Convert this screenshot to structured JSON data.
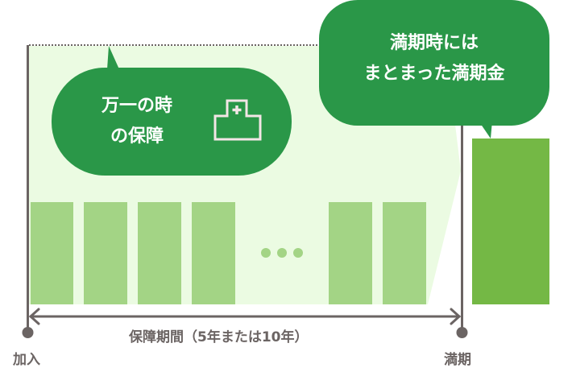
{
  "colors": {
    "bubble_green": "#2a9748",
    "area_light": "#ebfbe2",
    "bar_green": "#a3d485",
    "maturity_block": "#74b845",
    "axis_gray": "#6b6463",
    "icon_pink": "#f3e6e6"
  },
  "bubble_left": {
    "lines": [
      "万一の時",
      "の保障"
    ],
    "icon": "hospital-icon"
  },
  "bubble_right": {
    "lines": [
      "満期時には",
      "まとまった満期金"
    ]
  },
  "timeline": {
    "start_label": "加入",
    "end_label": "満期",
    "period_label": "保障期間（5年または10年）"
  },
  "bars": {
    "count_visible": 6,
    "ellipsis": "•••"
  }
}
